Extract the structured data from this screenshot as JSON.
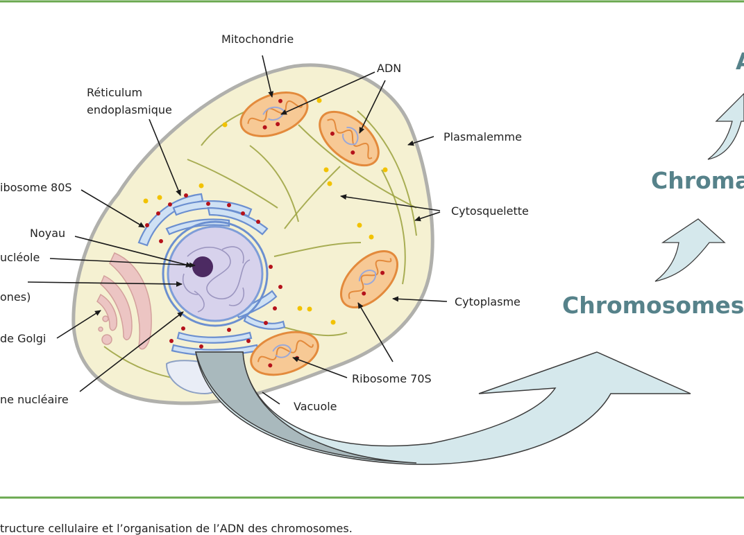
{
  "labels": {
    "mitochondrie": "Mitochondrie",
    "adn": "ADN",
    "reticulum_1": "Réticulum",
    "reticulum_2": "endoplasmique",
    "plasmalemme": "Plasmalemme",
    "ribosome80": "ibosome 80S",
    "cytosquelette": "Cytosquelette",
    "noyau": "Noyau",
    "nucleole": "ucléole",
    "histones": "ones)",
    "golgi": "de Golgi",
    "cytoplasme": "Cytoplasme",
    "membrane_nucleaire": "ne nucléaire",
    "ribosome70": "Ribosome 70S",
    "vacuole": "Vacuole"
  },
  "stages": {
    "top": "A",
    "middle": "Chroma",
    "chromosomes": "Chromosomes"
  },
  "caption": "tructure cellulaire et l’organisation de l’ADN des chromosomes.",
  "colors": {
    "frame_line": "#6aa84f",
    "cell_fill": "#f5f1d2",
    "cell_border": "#b0b0ac",
    "nucleus": "#d7d2ec",
    "nucleolus": "#4c2a62",
    "mitochondria": "#e38a3c",
    "ribosome": "#b5121b",
    "granule": "#f2c200",
    "stage_text": "#56828a",
    "arrow_fill": "#d5e8ec",
    "big_arrow_fill": "#a9b9bd"
  }
}
